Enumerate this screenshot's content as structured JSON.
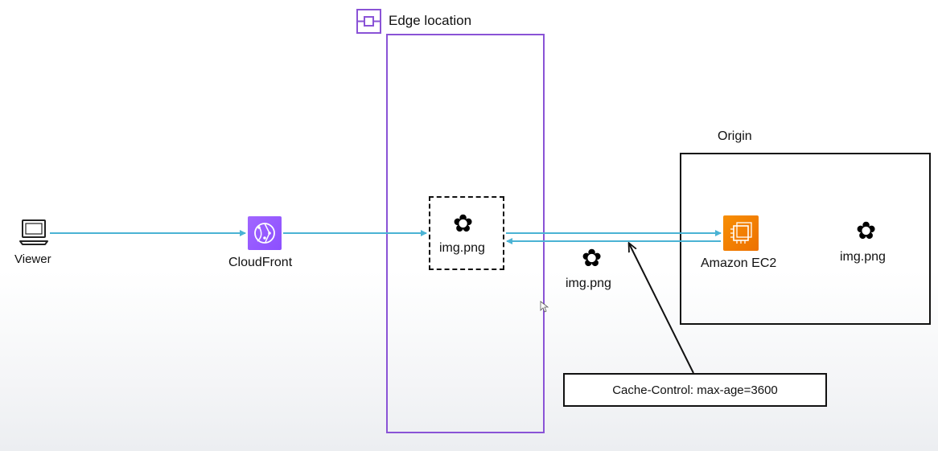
{
  "diagram": {
    "edge_location": {
      "label": "Edge location",
      "icon": "edge-location-icon"
    },
    "viewer": {
      "label": "Viewer",
      "icon": "laptop-icon"
    },
    "cloudfront": {
      "label": "CloudFront",
      "icon": "cloudfront-icon"
    },
    "edge_cache": {
      "label": "img.png",
      "icon": "flower-icon"
    },
    "transit_object": {
      "label": "img.png",
      "icon": "flower-icon"
    },
    "origin": {
      "label": "Origin",
      "ec2_label": "Amazon EC2",
      "ec2_icon": "ec2-icon",
      "object_label": "img.png",
      "object_icon": "flower-icon"
    },
    "cache_header": {
      "label": "Cache-Control: max-age=3600"
    },
    "colors": {
      "edge_border": "#8a53d6",
      "arrow": "#4ab3d4",
      "cloudfront": "#8c4fff",
      "ec2": "#ed7100"
    }
  }
}
